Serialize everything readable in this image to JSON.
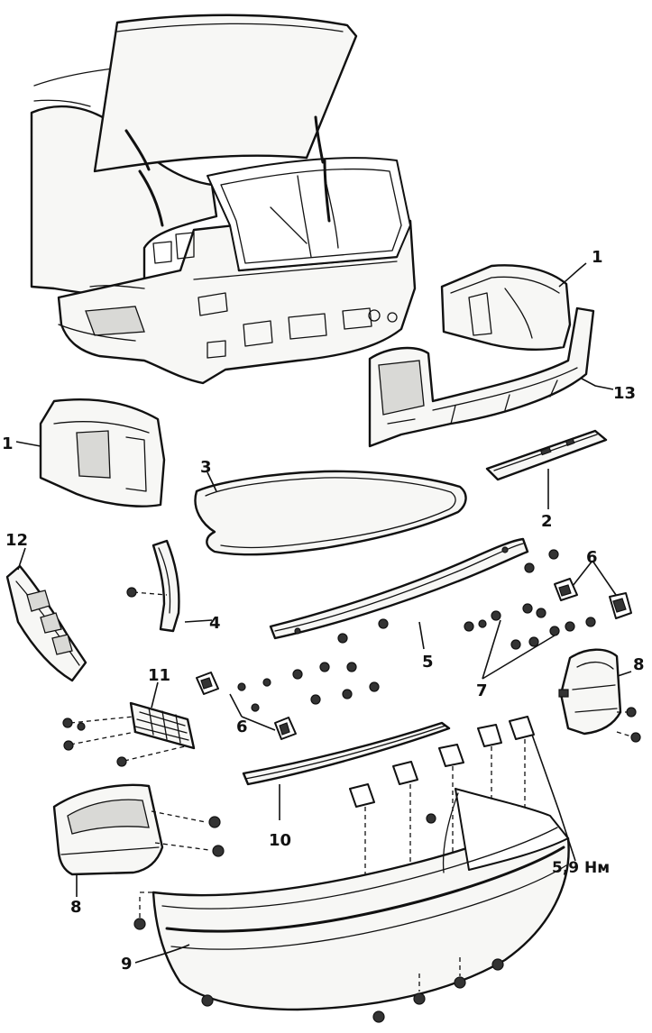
{
  "callouts": {
    "c1a": "1",
    "c1b": "1",
    "c2": "2",
    "c3": "3",
    "c4": "4",
    "c5": "5",
    "c6a": "6",
    "c6b": "6",
    "c7": "7",
    "c8a": "8",
    "c8b": "8",
    "c9": "9",
    "c10": "10",
    "c11": "11",
    "c12": "12",
    "c13": "13",
    "torque": "5,9 Нм"
  }
}
